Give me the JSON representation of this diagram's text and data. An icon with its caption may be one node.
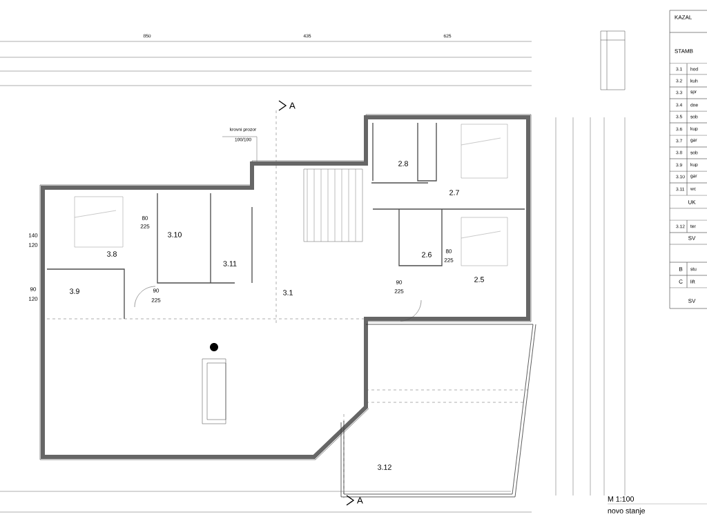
{
  "diagram": {
    "labels": [
      "850",
      "435",
      "625",
      "KAZAL",
      "STAMB",
      "krovni prozor",
      "100/100",
      "A",
      "3.1",
      "hod",
      "3.2",
      "kuh",
      "3.3",
      "spr",
      "3.4",
      "dne",
      "3.5",
      "sob",
      "3.6",
      "kup",
      "3.7",
      "gar",
      "3.8",
      "sob",
      "3.9",
      "kup",
      "3.10",
      "gar",
      "3.11",
      "wc",
      "UK",
      "3.12",
      "ter",
      "SV",
      "B",
      "stu",
      "C",
      "lift",
      "SV",
      "2.8",
      "2.7",
      "80",
      "225",
      "140",
      "120",
      "3.10",
      "3.8",
      "3.11",
      "2.6",
      "80",
      "225",
      "90",
      "120",
      "3.9",
      "90",
      "225",
      "3.1",
      "90",
      "225",
      "2.5",
      "3.12",
      "A",
      "M 1:100",
      "novo stanje"
    ]
  }
}
